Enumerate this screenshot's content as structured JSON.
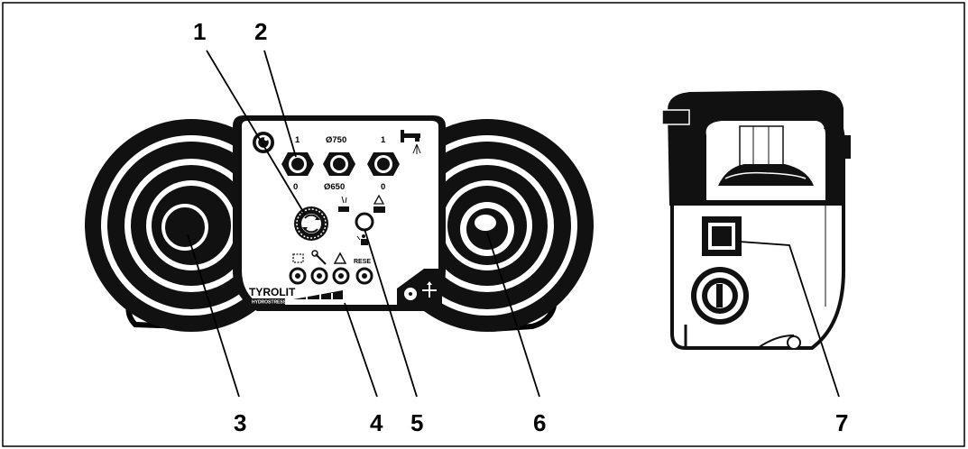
{
  "callouts": {
    "c1": "1",
    "c2": "2",
    "c3": "3",
    "c4": "4",
    "c5": "5",
    "c6": "6",
    "c7": "7"
  },
  "panel_labels": {
    "top_left_1": "1",
    "top_left_0": "0",
    "top_right_1": "1",
    "top_right_0": "0",
    "diameter_750": "Ø750",
    "diameter_650": "Ø650",
    "reset": "RESE"
  },
  "brand": {
    "name": "TYROLIT",
    "sub": "HYDROSTRESS"
  },
  "icons": [
    "rotation-knob-icon",
    "water-tap-icon",
    "selector-dial-icon",
    "water-warning-icon",
    "battery-warning-icon",
    "frame-icon",
    "wrench-icon",
    "warning-icon",
    "speed-bars-icon",
    "saw-icon"
  ],
  "colors": {
    "ink": "#000000",
    "paper": "#ffffff"
  }
}
